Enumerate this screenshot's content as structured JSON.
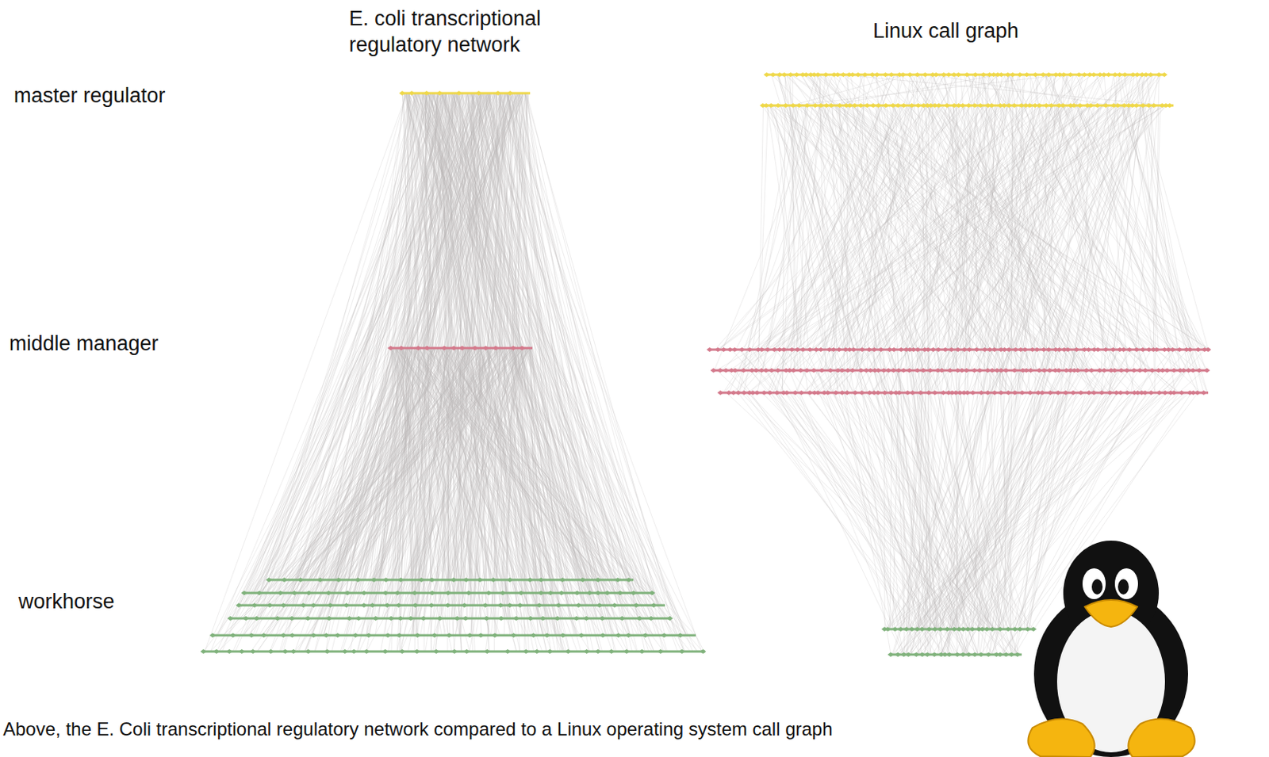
{
  "diagram": {
    "caption": "Above, the E. Coli transcriptional regulatory network compared to a Linux operating system call graph",
    "labels": [
      "E. coli transcriptional regulatory network",
      "Linux call graph",
      "master regulator",
      "middle manager",
      "workhorse"
    ]
  }
}
